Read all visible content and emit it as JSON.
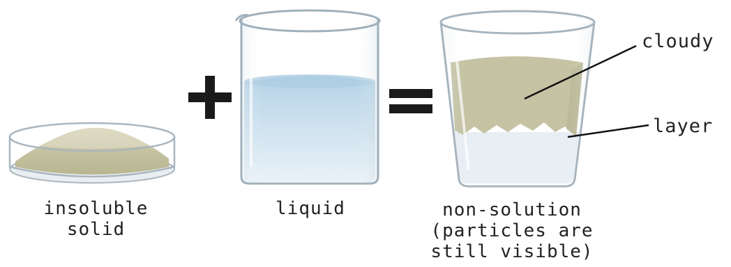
{
  "labels": {
    "solid_line1": "insoluble",
    "solid_line2": "solid",
    "liquid": "liquid",
    "result_line1": "non-solution",
    "result_line2": "(particles are",
    "result_line3": "still visible)",
    "cloudy": "cloudy",
    "layer": "layer"
  },
  "operators": {
    "plus_icon": "plus-icon",
    "equals_icon": "equals-icon"
  },
  "colors": {
    "sand": "#c9c6a4",
    "water": "#b9d6e8",
    "cloudy_mix": "#bfbc99",
    "operator": "#1a1a1a"
  }
}
